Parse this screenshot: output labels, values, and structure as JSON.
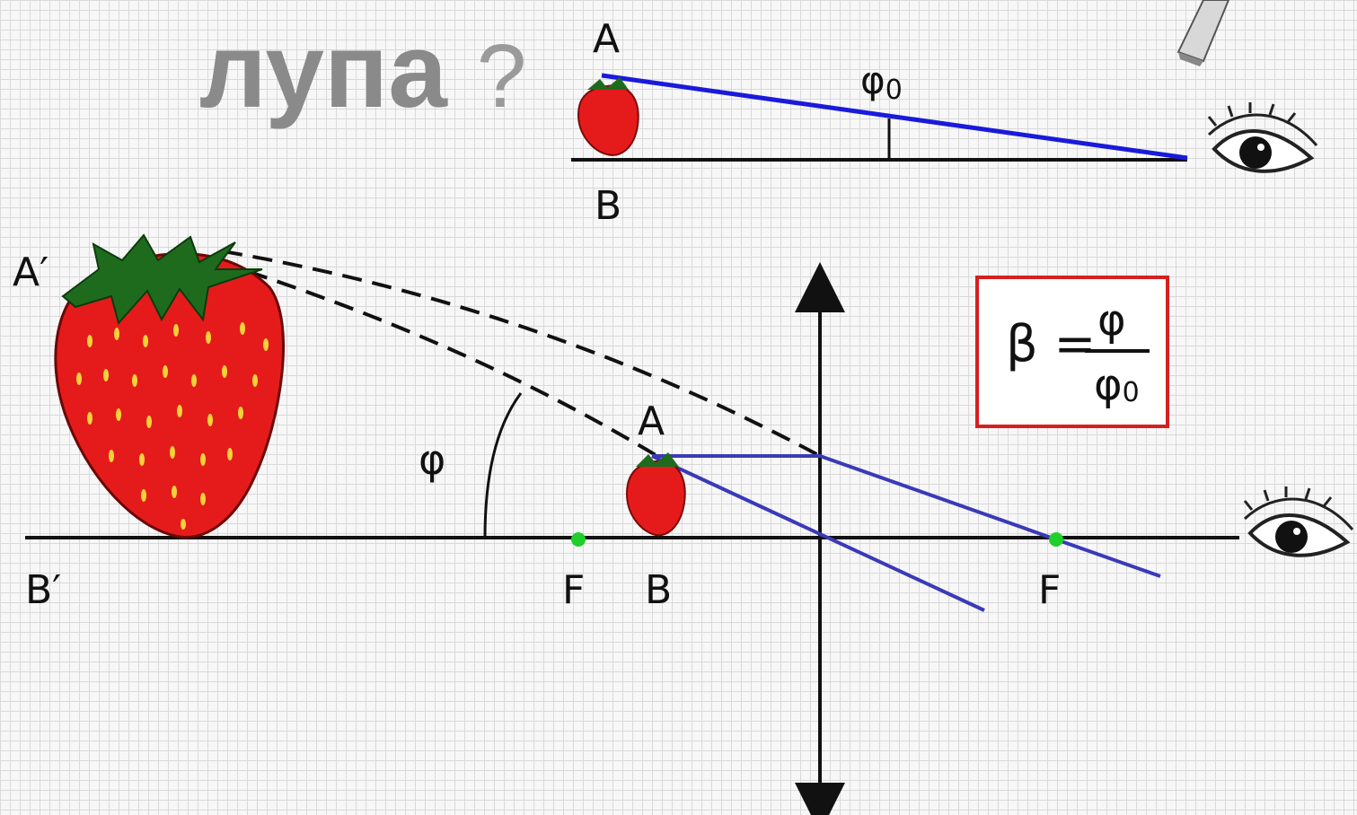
{
  "title": {
    "word": "лупа",
    "question_mark": "?"
  },
  "top_diagram": {
    "label_A": "A",
    "label_B": "B",
    "angle_label": "φ",
    "angle_subscript": "0"
  },
  "bottom_diagram": {
    "label_A_image": "A′",
    "label_B_image": "B′",
    "label_A": "A",
    "label_B": "B",
    "angle_label": "φ",
    "focus_left": "F",
    "focus_right": "F"
  },
  "formula": {
    "lhs": "β =",
    "numerator": "φ",
    "denominator": "φ",
    "denominator_subscript": "0"
  },
  "colors": {
    "ray_top": "#1a1adb",
    "ray_bottom": "#3a3ab8",
    "axis": "#111111",
    "focus_point": "#1fcf2a",
    "formula_border": "#d62020",
    "strawberry": "#e51b1b",
    "strawberry_leaves": "#1e6b1e",
    "seeds": "#f4d23a"
  },
  "icons": [
    "strawberry-icon",
    "eye-icon",
    "pencil-icon",
    "focus-point-icon"
  ]
}
